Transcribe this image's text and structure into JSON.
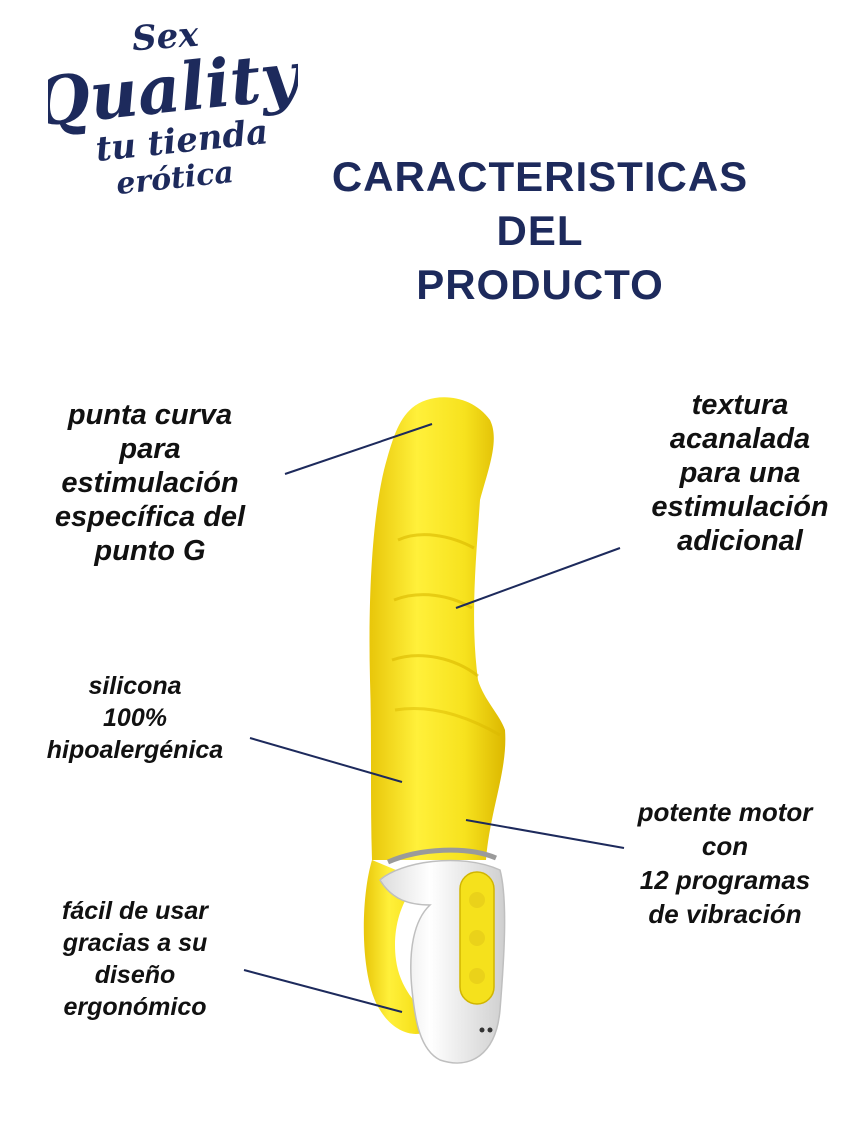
{
  "logo": {
    "line1": "Sex",
    "line2": "Quality",
    "line3": "tu tienda",
    "line4": "erótica",
    "color": "#1d2a5c"
  },
  "title": {
    "line1": "CARACTERISTICAS",
    "line2": "DEL",
    "line3": "PRODUCTO",
    "color": "#1d2a5c"
  },
  "features": {
    "tip": [
      "punta curva",
      "para",
      "estimulación",
      "específica del",
      "punto G"
    ],
    "texture": [
      "textura",
      "acanalada",
      "para una",
      "estimulación",
      "adicional"
    ],
    "material": [
      "silicona",
      "100%",
      "hipoalergénica"
    ],
    "motor": [
      "potente motor",
      "con",
      "12 programas",
      "de vibración"
    ],
    "handle": [
      "fácil de usar",
      "gracias a su",
      "diseño",
      "ergonómico"
    ]
  },
  "product": {
    "body_color": "#f5e11c",
    "handle_color": "#f4f4f4",
    "line_color": "#1d2a5c"
  }
}
